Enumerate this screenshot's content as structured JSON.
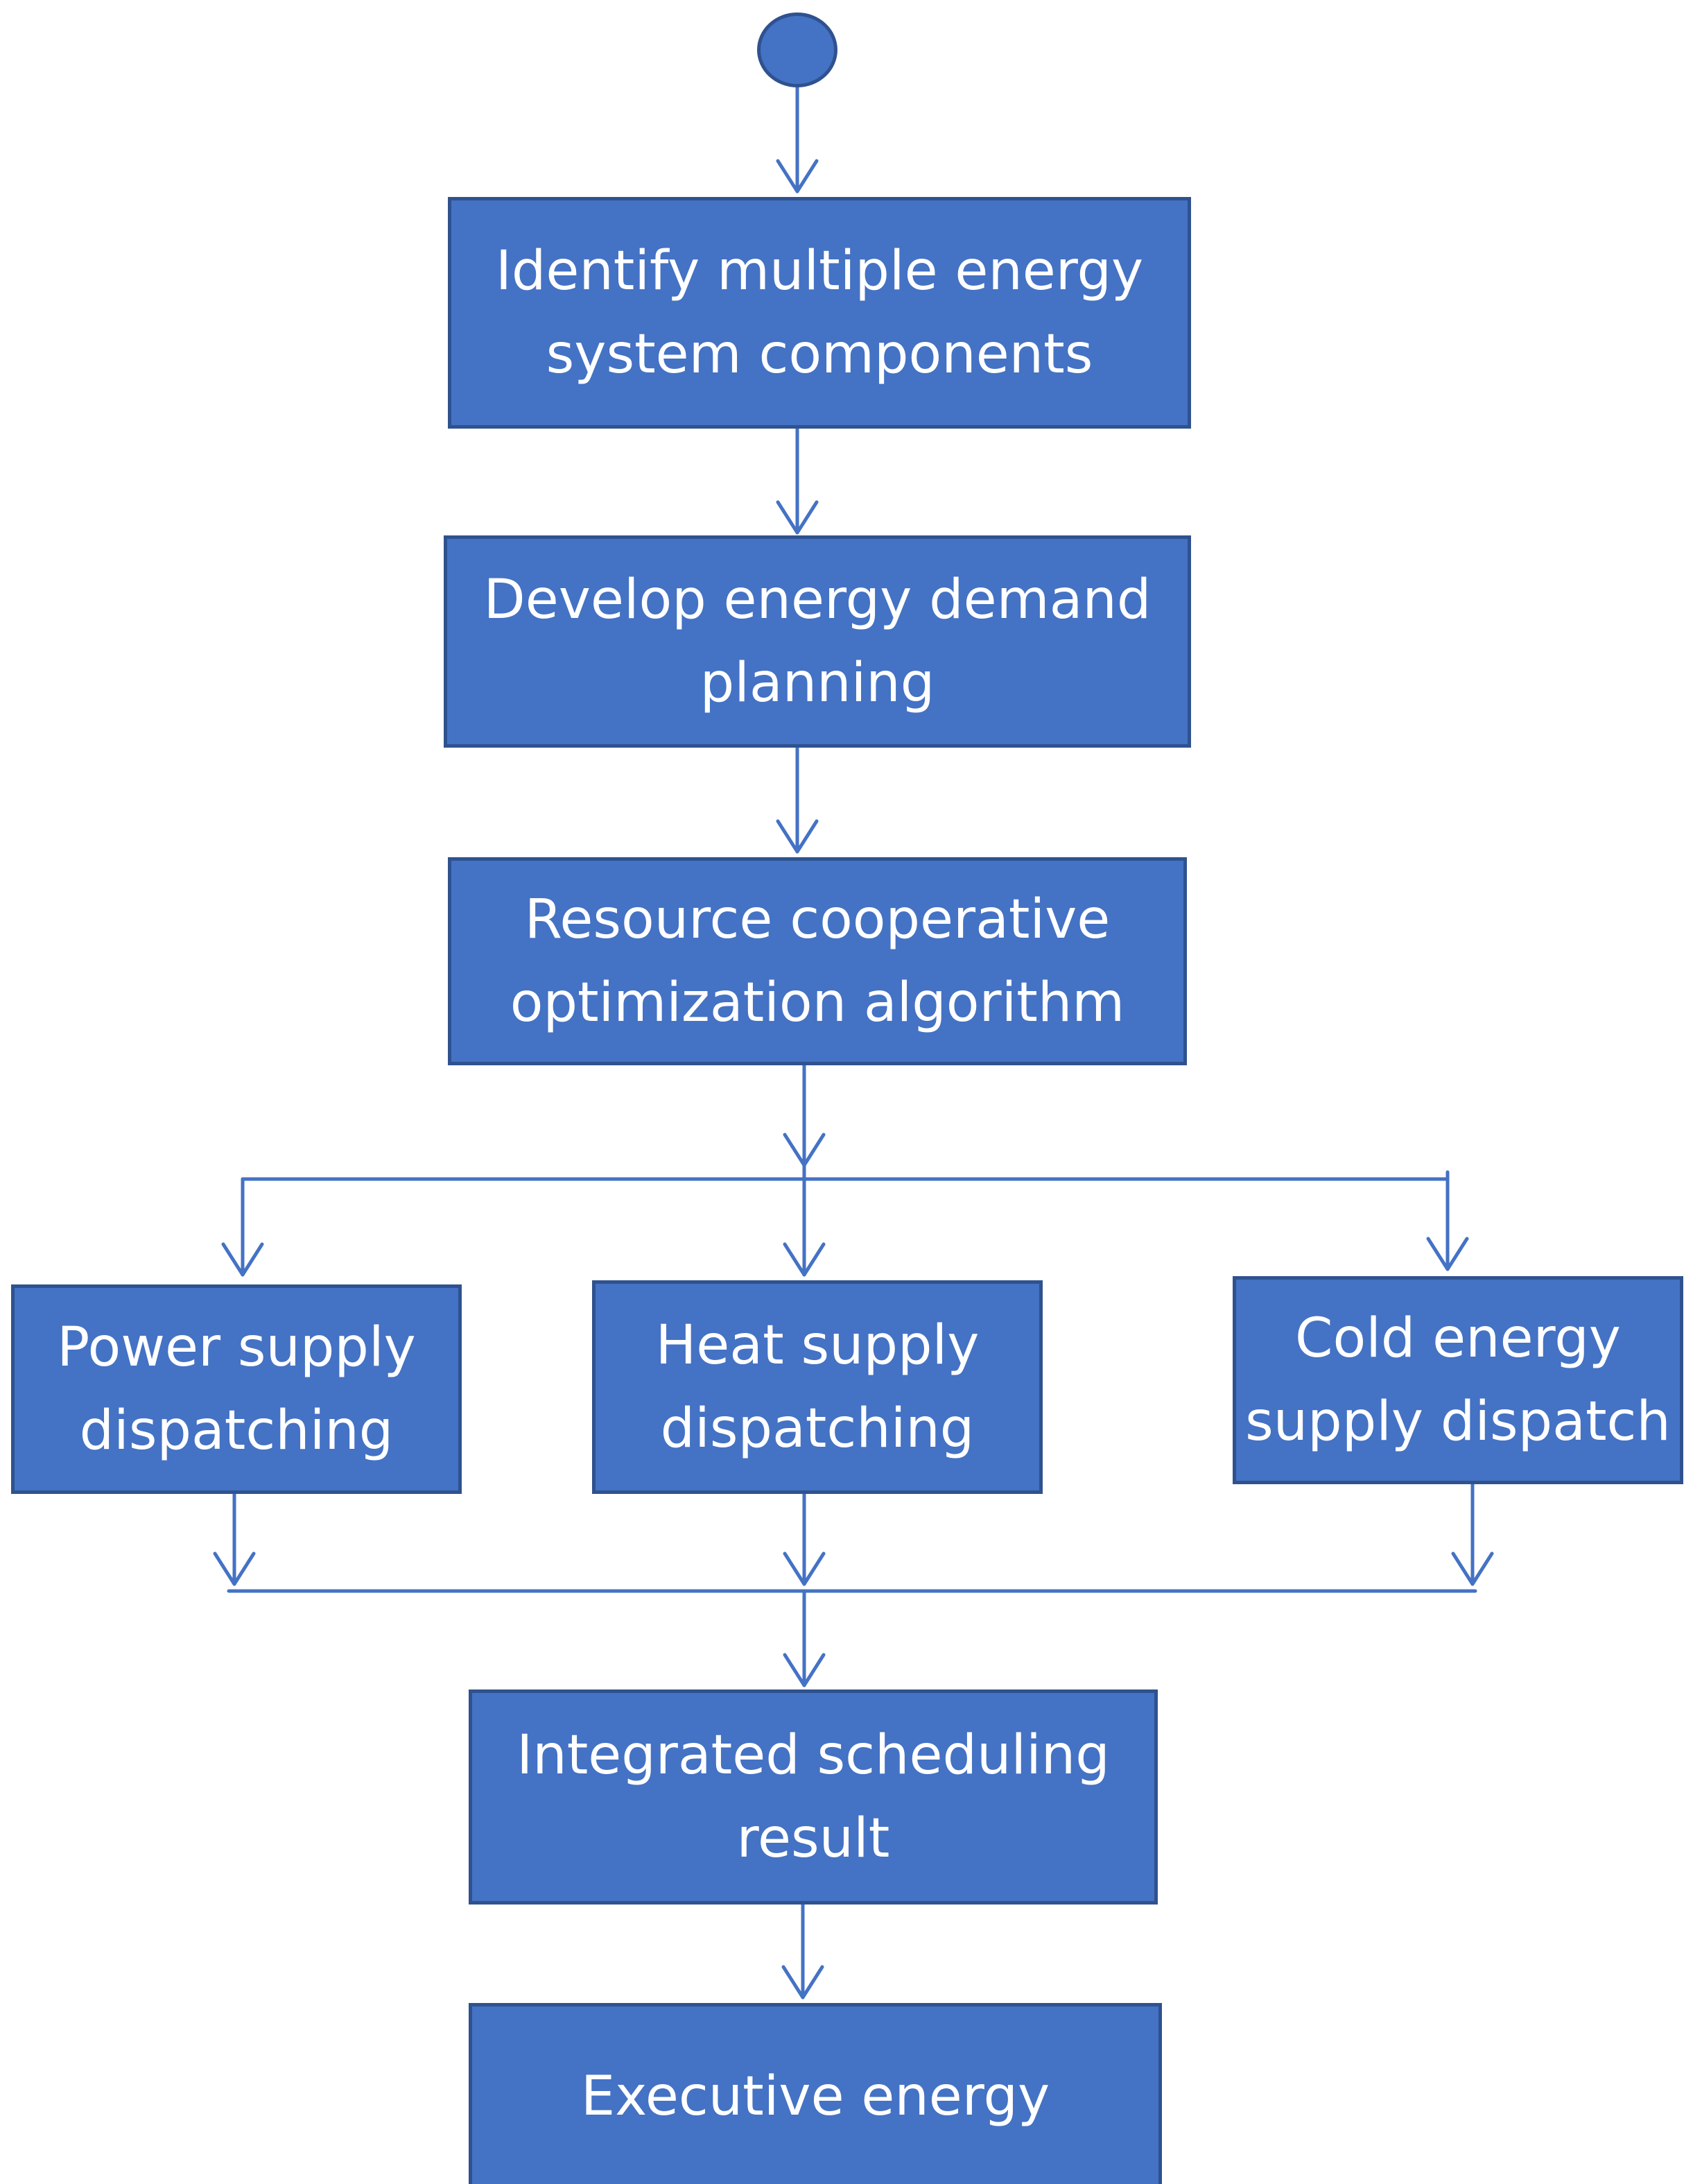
{
  "diagram": {
    "colors": {
      "box_fill": "#4472c4",
      "box_border": "#2f528f",
      "arrow": "#4472c4",
      "text": "#ffffff"
    },
    "nodes": {
      "identify": {
        "line1": "Identify multiple energy",
        "line2": "system components"
      },
      "develop": {
        "line1": "Develop energy demand",
        "line2": "planning"
      },
      "resource": {
        "line1": "Resource cooperative",
        "line2": "optimization algorithm"
      },
      "power": {
        "line1": "Power supply",
        "line2": "dispatching"
      },
      "heat": {
        "line1": "Heat supply",
        "line2": "dispatching"
      },
      "cold": {
        "line1": "Cold energy",
        "line2": "supply dispatch"
      },
      "integrated": {
        "line1": "Integrated scheduling",
        "line2": "result"
      },
      "executive": {
        "line1": "Executive energy"
      }
    }
  }
}
